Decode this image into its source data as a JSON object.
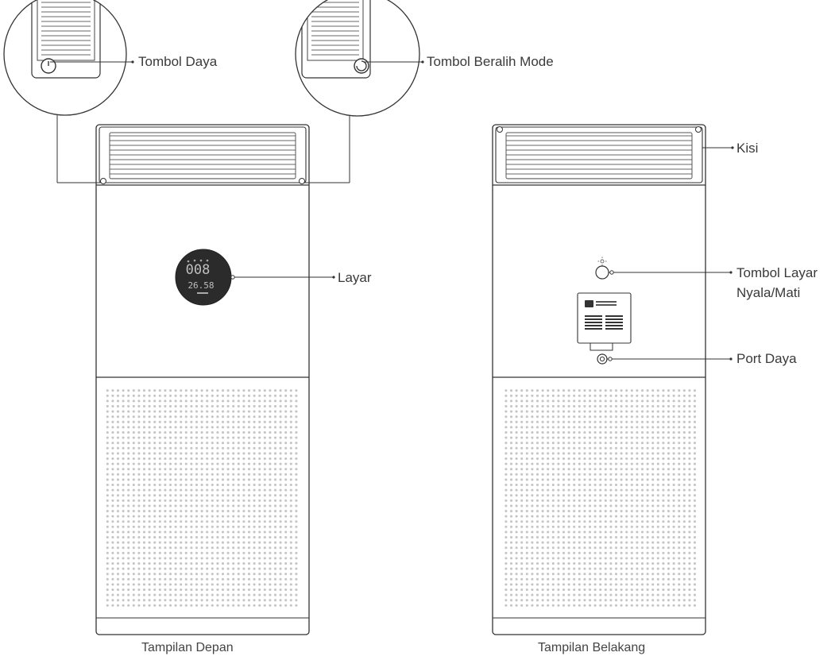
{
  "labels": {
    "power_button": "Tombol Daya",
    "mode_button": "Tombol Beralih Mode",
    "display": "Layar",
    "grille": "Kisi",
    "display_toggle_line1": "Tombol Layar",
    "display_toggle_line2": "Nyala/Mati",
    "power_port": "Port Daya"
  },
  "captions": {
    "front": "Tampilan Depan",
    "back": "Tampilan Belakang"
  },
  "display_readout": {
    "main": "008",
    "secondary": "26.58"
  },
  "colors": {
    "line": "#333333",
    "text": "#3a3a3a",
    "background": "#ffffff"
  },
  "icons": [
    "power-icon",
    "mode-switch-icon",
    "sun-icon",
    "power-port-icon"
  ]
}
